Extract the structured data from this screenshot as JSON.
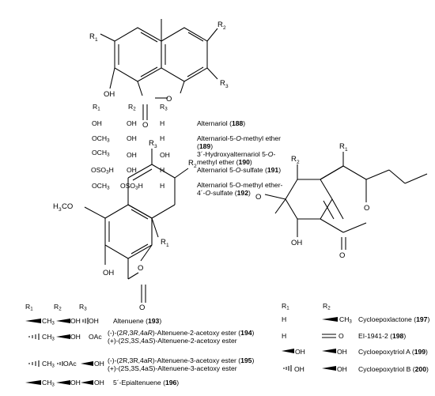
{
  "structure1": {
    "atoms": {
      "r1": "R",
      "r1_sub": "1",
      "r2": "R",
      "r2_sub": "2",
      "r3": "R",
      "r3_sub": "3",
      "oh": "OH",
      "o": "O"
    },
    "headers": {
      "r1": "R",
      "r1_sub": "1",
      "r2": "R",
      "r2_sub": "2",
      "r3": "R",
      "r3_sub": "3"
    },
    "rows": [
      {
        "r1": "OH",
        "r2": "OH",
        "r3": "H",
        "name": "Alternariol (",
        "num": "188",
        "close": ")"
      },
      {
        "r1": "OCH",
        "r1_sub": "3",
        "r2": "OH",
        "r3": "H",
        "name_line1": "Alternariol-5-",
        "name_italic1": "O",
        "name_line1b": "-methyl ether",
        "name_line2a": "(",
        "num": "189",
        "name_line2b": ")"
      },
      {
        "r1": "OCH",
        "r1_sub": "3",
        "r2": "OH",
        "r3": "OH",
        "name_line1": "3´-Hydroxyalternariol 5-",
        "name_italic1": "O",
        "name_line1b": "-",
        "name_line2a": "methyl ether (",
        "num": "190",
        "name_line2b": ")"
      },
      {
        "r1": "OSO",
        "r1_sub": "3",
        "r1_tail": "H",
        "r2": "OH",
        "r3": "H",
        "name": "Alternariol 5-",
        "name_italic": "O",
        "name_b": "-sulfate (",
        "num": "191",
        "close": ")"
      },
      {
        "r1": "OCH",
        "r1_sub": "3",
        "r2": "OSO",
        "r2_sub": "3",
        "r2_tail": "H",
        "r3": "H",
        "name_line1": "Alternariol 5-O-methyl ether-",
        "name_line2a": "4´-",
        "name_italic": "O",
        "name_line2b": "-sulfate (",
        "num": "192",
        "name_line2c": ")"
      }
    ]
  },
  "structure2": {
    "atoms": {
      "r3": "R",
      "r3_sub": "3",
      "r2": "R",
      "r2_sub": "2",
      "r1": "R",
      "r1_sub": "1",
      "h3co": "H",
      "h3co_sub": "3",
      "h3co_tail": "CO",
      "o": "O",
      "oh": "OH",
      "o2": "O"
    },
    "headers": {
      "r1": "R",
      "r1_sub": "1",
      "r2": "R",
      "r2_sub": "2",
      "r3": "R",
      "r3_sub": "3"
    },
    "rows": [
      {
        "r1": "CH",
        "r1_sub": "3",
        "r2": "OH",
        "r3": "OH",
        "name": "Altenuene (",
        "num": "193",
        "close": ")"
      },
      {
        "r1": "CH",
        "r1_sub": "3",
        "r2": "OH",
        "r3": "OAc",
        "name_line1a": "(-)-(2",
        "l1_i1": "R",
        "l1_b": ",3",
        "l1_i2": "R",
        "l1_c": ",4a",
        "l1_i3": "R",
        "l1_d": ")-Altenuene-2-acetoxy ester (",
        "num": "194",
        "l1_e": ")",
        "name_line2a": "(+)-(2",
        "l2_i1": "S",
        "l2_b": ",3",
        "l2_i2": "S",
        "l2_c": ",4a",
        "l2_i3": "S",
        "l2_d": ")-Altenuene-2-acetoxy ester"
      },
      {
        "r1": "CH",
        "r1_sub": "3",
        "r2": "OAc",
        "r3": "OH",
        "name_line1": "(-)-(2R,3R,4aR)-Altenuene-3-acetoxy ester (",
        "num": "195",
        "l1_e": ")",
        "name_line2": "(+)-(2S,3S,4aS)-Altenuene-3-acetoxy ester"
      },
      {
        "r1": "CH",
        "r1_sub": "3",
        "r2": "OH",
        "r3": "OH",
        "name": "5´-Epialtenuene (",
        "num": "196",
        "close": ")"
      }
    ]
  },
  "structure3": {
    "atoms": {
      "r2": "R",
      "r2_sub": "2",
      "r1": "R",
      "r1_sub": "1",
      "o_ep": "O",
      "o_ring": "O",
      "oh": "OH",
      "o_co": "O"
    },
    "headers": {
      "r1": "R",
      "r1_sub": "1",
      "r2": "R",
      "r2_sub": "2"
    },
    "rows": [
      {
        "r1": "H",
        "r2": "CH",
        "r2_sub": "3",
        "name": "Cycloepoxlactone (",
        "num": "197",
        "close": ")"
      },
      {
        "r1": "H",
        "r2": "O",
        "name": "EI-1941-2 (",
        "num": "198",
        "close": ")"
      },
      {
        "r1": "OH",
        "r2": "OH",
        "name": "Cycloepoxytriol A (",
        "num": "199",
        "close": ")"
      },
      {
        "r1": "OH",
        "r2": "OH",
        "name": "Cycloepoxytriol B (",
        "num": "200",
        "close": ")"
      }
    ]
  }
}
